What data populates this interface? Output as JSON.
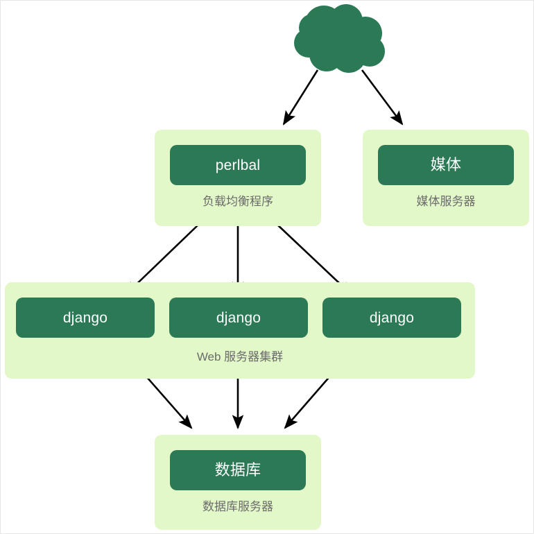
{
  "diagram": {
    "title_present": false,
    "colors": {
      "node_fill": "#2b7a55",
      "group_fill": "#e3f8c8",
      "node_text": "#ffffff",
      "group_label_text": "#6b6b6b",
      "edge_stroke": "#000000",
      "background": "#ffffff"
    }
  },
  "cloud": {
    "icon": "cloud-icon",
    "label": ""
  },
  "groups": [
    {
      "id": "load-balancer",
      "node_label": "perlbal",
      "caption": "负载均衡程序"
    },
    {
      "id": "media",
      "node_label": "媒体",
      "caption": "媒体服务器"
    },
    {
      "id": "web-cluster",
      "caption": "Web 服务器集群",
      "nodes": [
        {
          "label": "django"
        },
        {
          "label": "django"
        },
        {
          "label": "django"
        }
      ]
    },
    {
      "id": "database",
      "node_label": "数据库",
      "caption": "数据库服务器"
    }
  ],
  "edges": [
    {
      "from": "cloud",
      "to": "load-balancer",
      "style": "arrow"
    },
    {
      "from": "cloud",
      "to": "media",
      "style": "arrow"
    },
    {
      "from": "load-balancer",
      "to": "django-1",
      "style": "arrow"
    },
    {
      "from": "load-balancer",
      "to": "django-2",
      "style": "arrow"
    },
    {
      "from": "load-balancer",
      "to": "django-3",
      "style": "arrow"
    },
    {
      "from": "django-1",
      "to": "database",
      "style": "arrow"
    },
    {
      "from": "django-2",
      "to": "database",
      "style": "arrow"
    },
    {
      "from": "django-3",
      "to": "database",
      "style": "arrow"
    }
  ]
}
